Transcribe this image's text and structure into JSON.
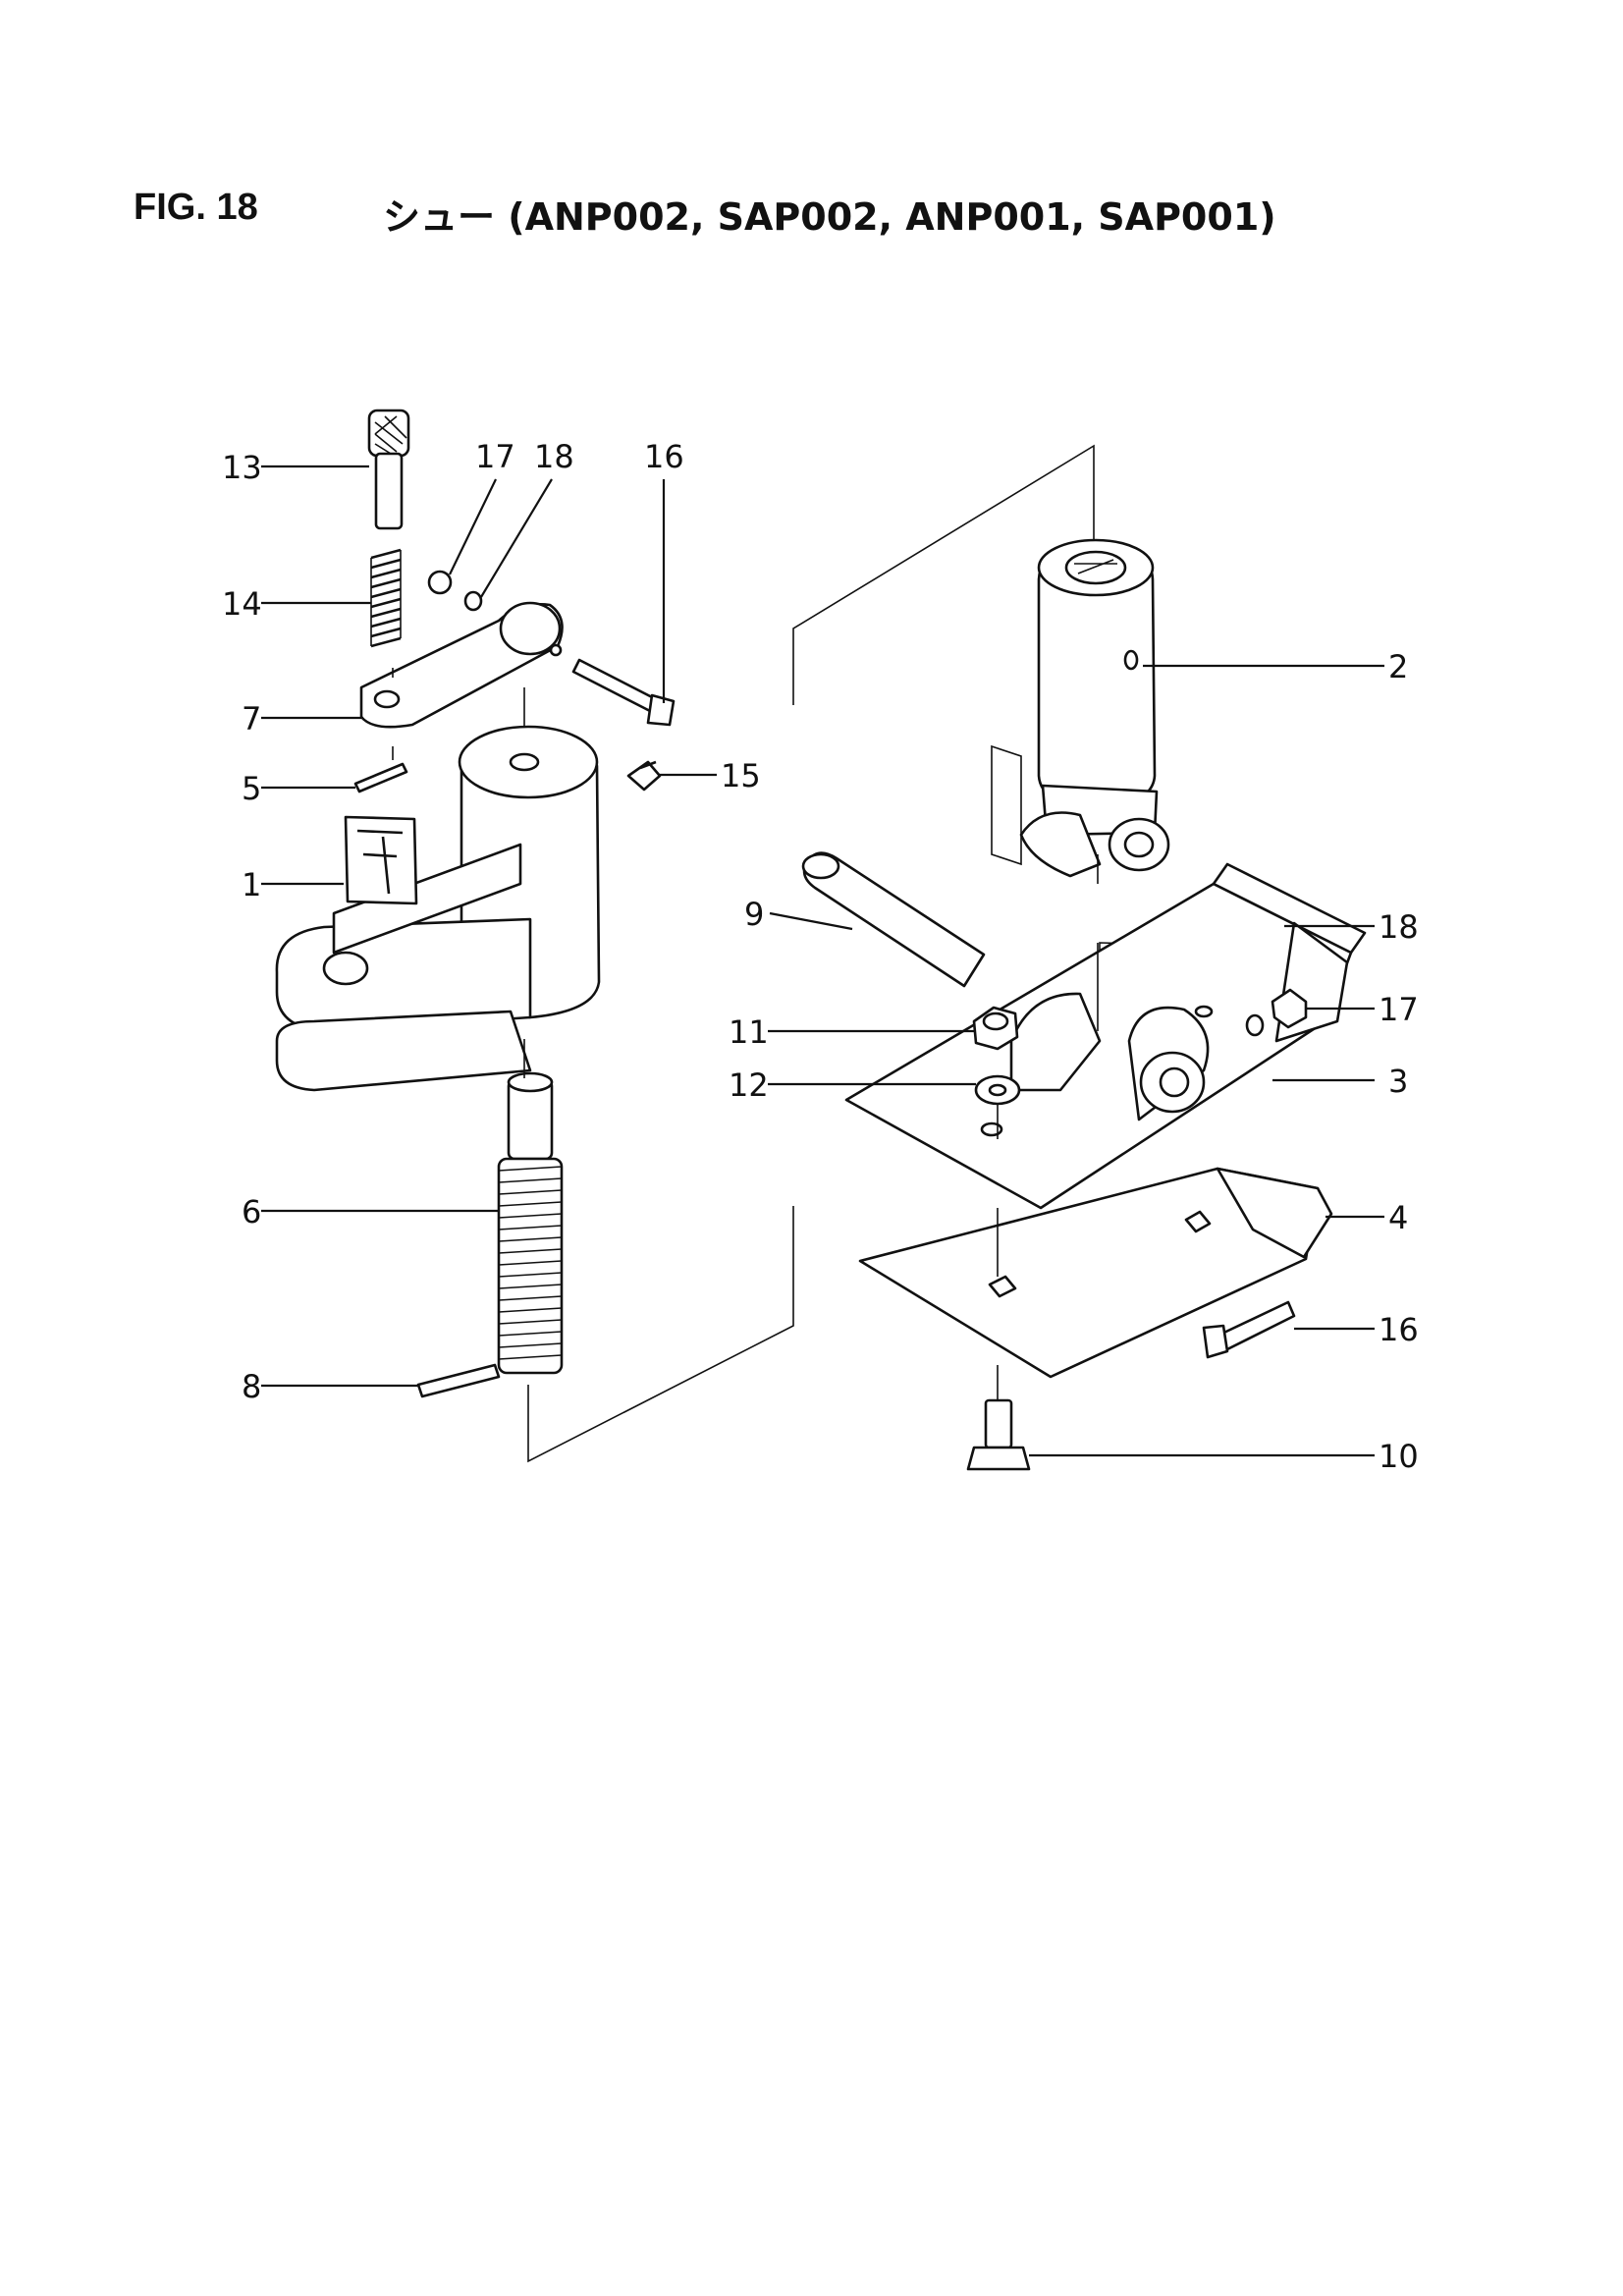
{
  "figure": {
    "number": "FIG. 18",
    "title": "シュー (ANP002, SAP002, ANP001, SAP001)"
  },
  "callouts": [
    "13",
    "17",
    "18",
    "16",
    "14",
    "7",
    "5",
    "15",
    "1",
    "6",
    "8",
    "2",
    "9",
    "18",
    "17",
    "11",
    "12",
    "3",
    "4",
    "16",
    "10"
  ]
}
